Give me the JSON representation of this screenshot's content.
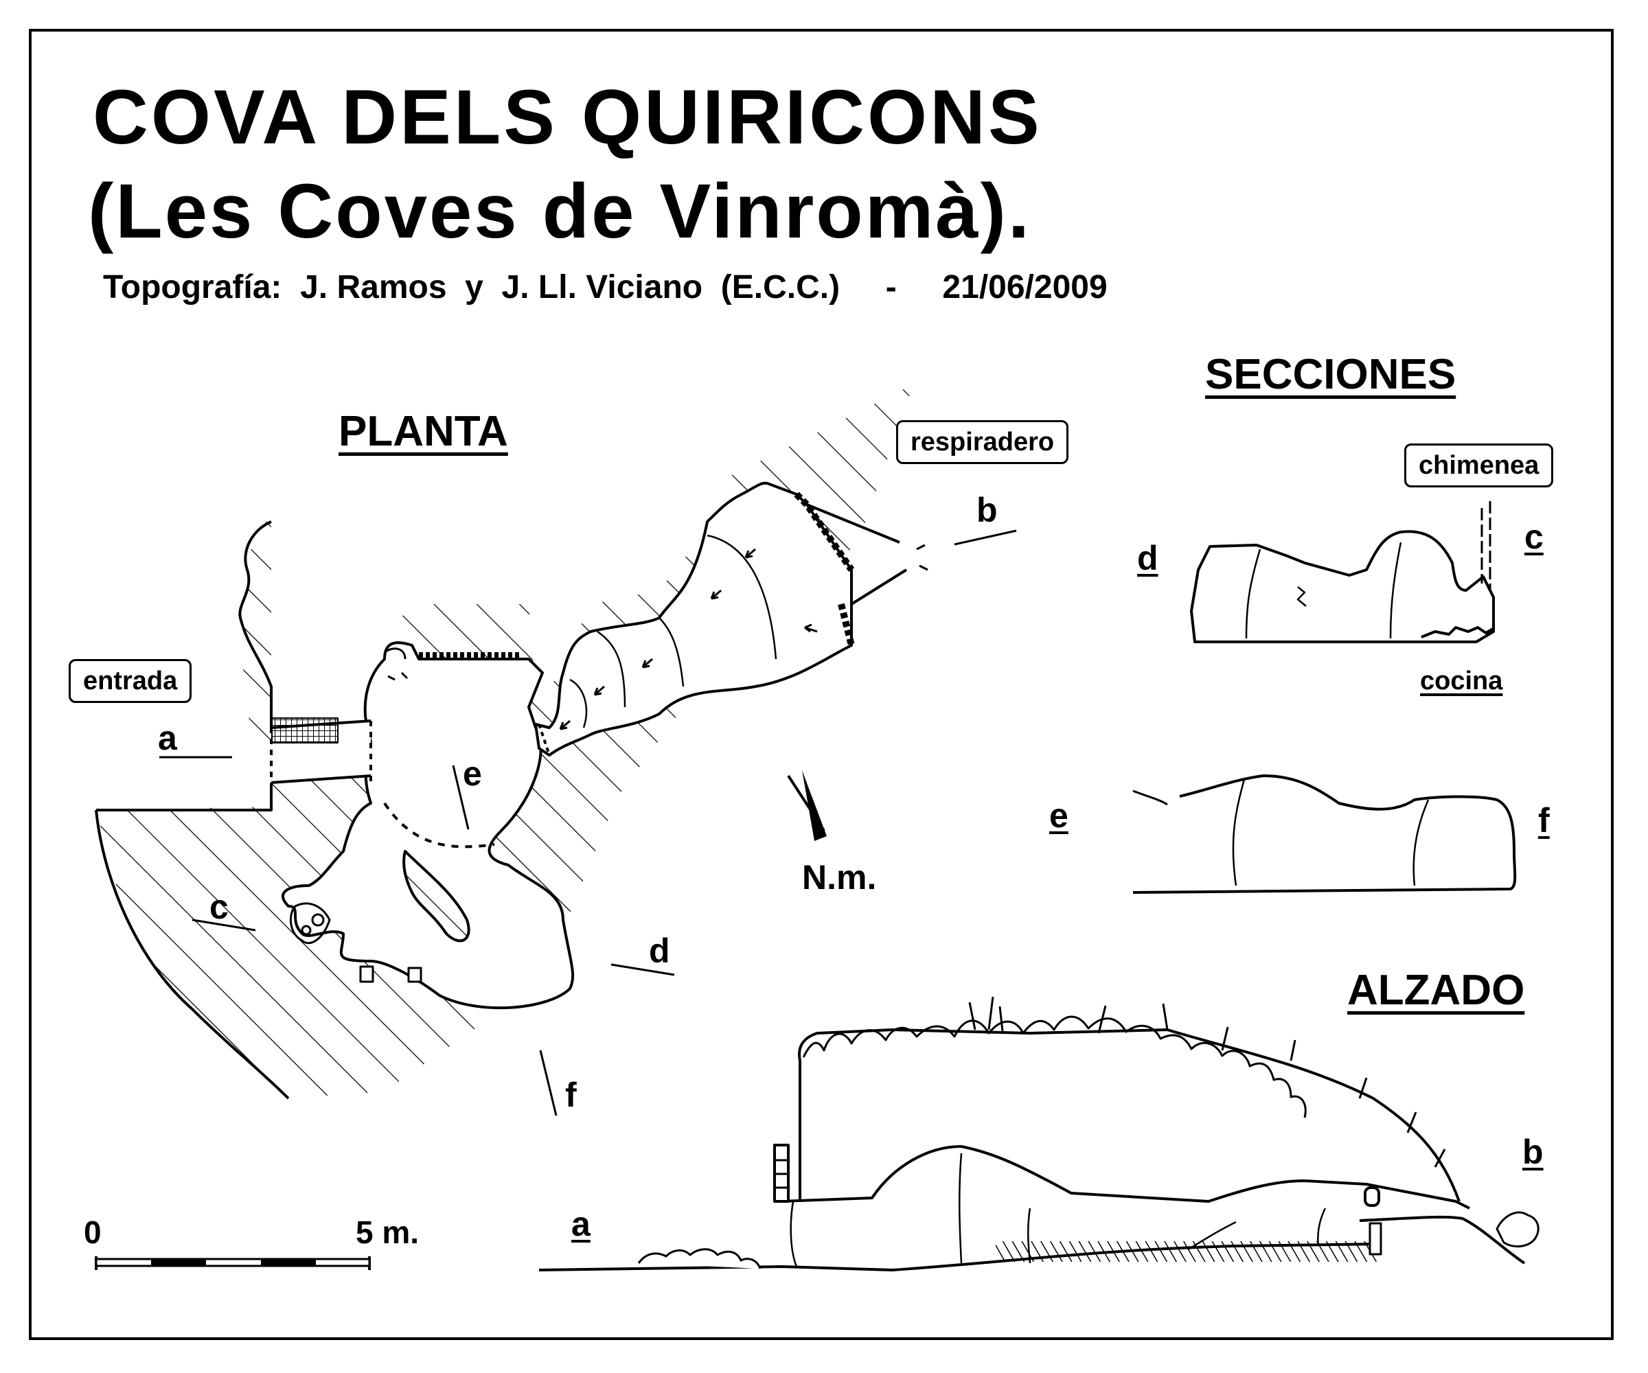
{
  "title": {
    "line1": "COVA DELS QUIRICONS",
    "line2": "(Les Coves de Vinromà).",
    "credit": "Topografía:  J. Ramos  y  J. Ll. Viciano  (E.C.C.)     -     21/06/2009"
  },
  "plan": {
    "heading": "PLANTA",
    "entrance_label": "entrada",
    "vent_label": "respiradero",
    "north_label": "N.m.",
    "section_marks": [
      "a",
      "b",
      "c",
      "d",
      "e",
      "f"
    ]
  },
  "sections": {
    "heading": "SECCIONES",
    "chimney_label": "chimenea",
    "kitchen_label": "cocina",
    "ends": [
      "d",
      "c",
      "e",
      "f"
    ]
  },
  "elevation": {
    "heading": "ALZADO",
    "ends": [
      "a",
      "b"
    ]
  },
  "scale": {
    "start": "0",
    "end": "5 m."
  }
}
